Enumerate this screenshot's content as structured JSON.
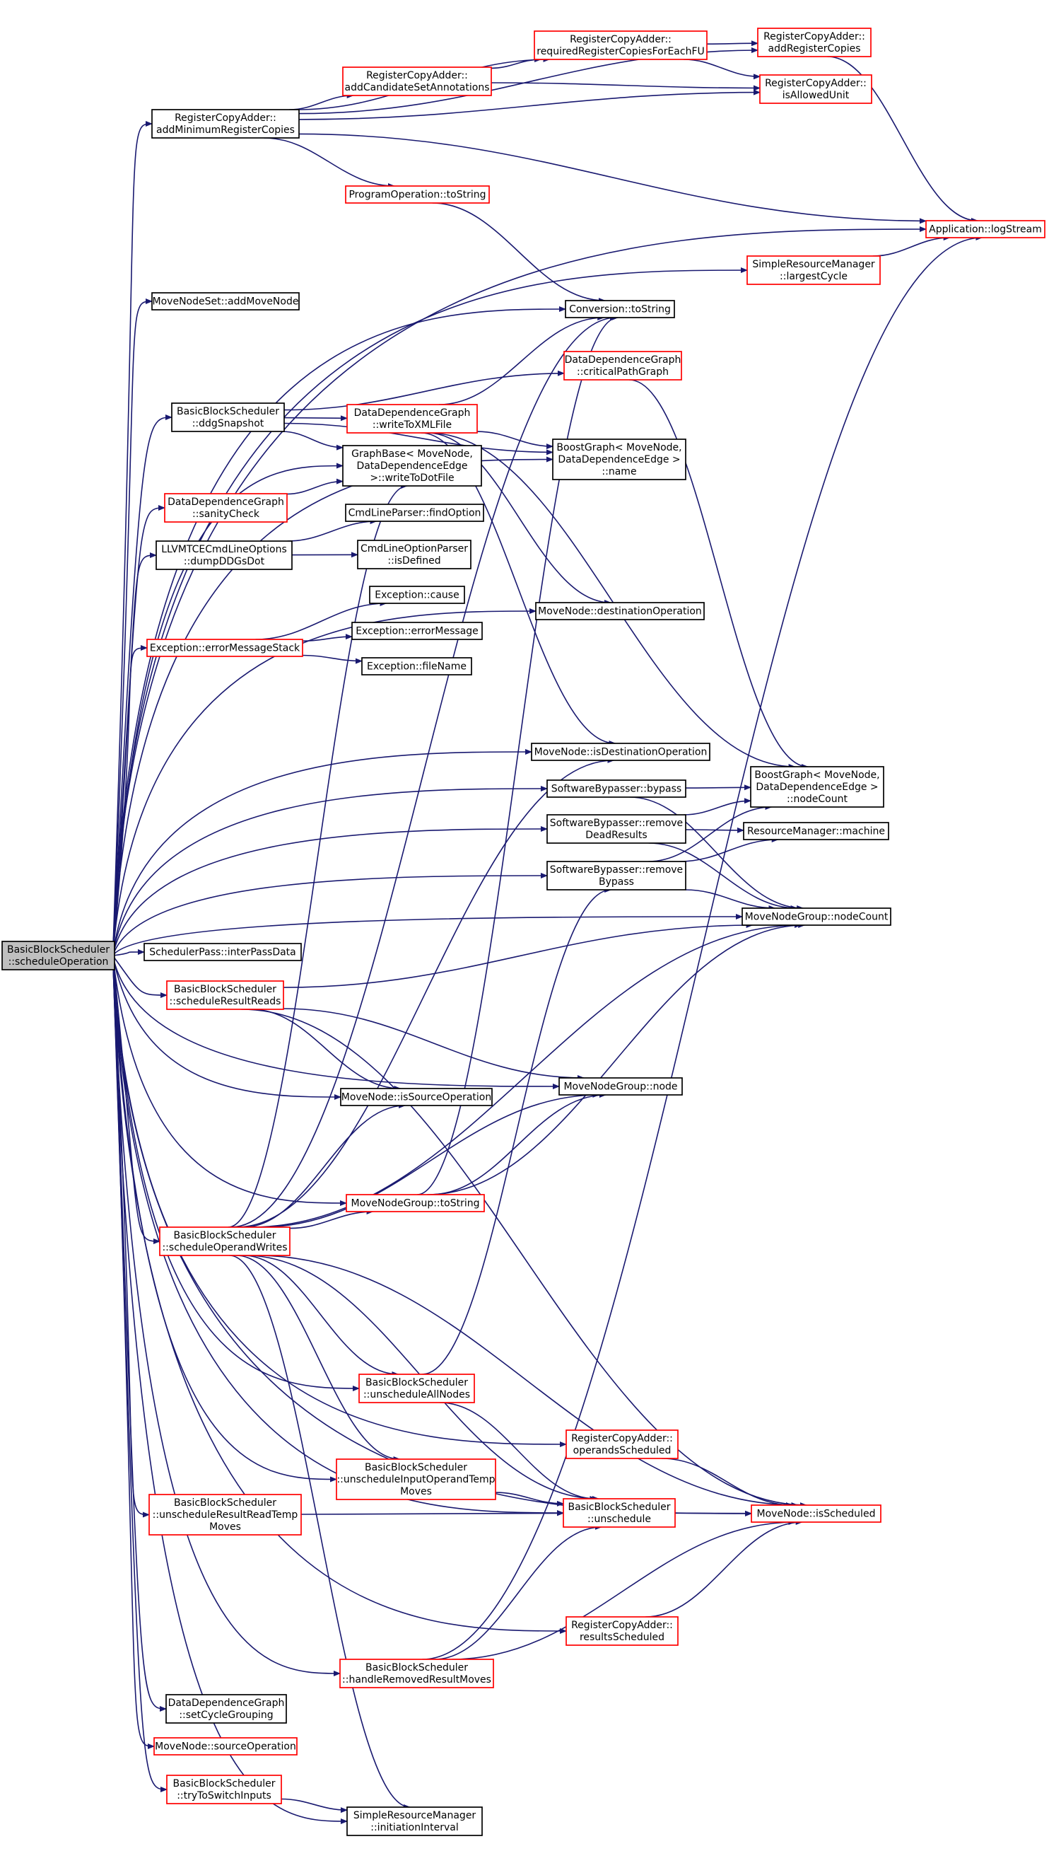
{
  "colors": {
    "edge": "#191970",
    "node_border_default": "#000000",
    "node_border_linked": "#ff0000",
    "root_fill": "#bfbfbf",
    "node_fill": "#ffffff"
  },
  "nodes": [
    {
      "id": "root",
      "lines": [
        "BasicBlockScheduler",
        "::scheduleOperation"
      ],
      "style": "root"
    },
    {
      "id": "rca_addMin",
      "lines": [
        "RegisterCopyAdder::",
        "addMinimumRegisterCopies"
      ],
      "style": "default"
    },
    {
      "id": "rca_req",
      "lines": [
        "RegisterCopyAdder::",
        "requiredRegisterCopiesForEachFU"
      ],
      "style": "linked"
    },
    {
      "id": "rca_addReg",
      "lines": [
        "RegisterCopyAdder::",
        "addRegisterCopies"
      ],
      "style": "linked"
    },
    {
      "id": "rca_cand",
      "lines": [
        "RegisterCopyAdder::",
        "addCandidateSetAnnotations"
      ],
      "style": "linked"
    },
    {
      "id": "rca_allowed",
      "lines": [
        "RegisterCopyAdder::",
        "isAllowedUnit"
      ],
      "style": "linked"
    },
    {
      "id": "po_toString",
      "lines": [
        "ProgramOperation::toString"
      ],
      "style": "linked"
    },
    {
      "id": "app_log",
      "lines": [
        "Application::logStream"
      ],
      "style": "linked"
    },
    {
      "id": "srm_largest",
      "lines": [
        "SimpleResourceManager",
        "::largestCycle"
      ],
      "style": "linked"
    },
    {
      "id": "mns_add",
      "lines": [
        "MoveNodeSet::addMoveNode"
      ],
      "style": "default"
    },
    {
      "id": "conv_toString",
      "lines": [
        "Conversion::toString"
      ],
      "style": "default"
    },
    {
      "id": "ddg_cpg",
      "lines": [
        "DataDependenceGraph",
        "::criticalPathGraph"
      ],
      "style": "linked"
    },
    {
      "id": "bbs_ddg",
      "lines": [
        "BasicBlockScheduler",
        "::ddgSnapshot"
      ],
      "style": "default"
    },
    {
      "id": "ddg_xml",
      "lines": [
        "DataDependenceGraph",
        "::writeToXMLFile"
      ],
      "style": "linked"
    },
    {
      "id": "bg_name",
      "lines": [
        "BoostGraph< MoveNode,",
        "DataDependenceEdge >",
        "::name"
      ],
      "style": "default"
    },
    {
      "id": "gb_dot",
      "lines": [
        "GraphBase< MoveNode,",
        "DataDependenceEdge",
        ">::writeToDotFile"
      ],
      "style": "default"
    },
    {
      "id": "ddg_sanity",
      "lines": [
        "DataDependenceGraph",
        "::sanityCheck"
      ],
      "style": "linked"
    },
    {
      "id": "clp_find",
      "lines": [
        "CmdLineParser::findOption"
      ],
      "style": "default"
    },
    {
      "id": "llvm_dump",
      "lines": [
        "LLVMTCECmdLineOptions",
        "::dumpDDGsDot"
      ],
      "style": "default"
    },
    {
      "id": "clop_def",
      "lines": [
        "CmdLineOptionParser",
        "::isDefined"
      ],
      "style": "default"
    },
    {
      "id": "exc_cause",
      "lines": [
        "Exception::cause"
      ],
      "style": "default"
    },
    {
      "id": "mn_destOp",
      "lines": [
        "MoveNode::destinationOperation"
      ],
      "style": "default"
    },
    {
      "id": "exc_errMsg",
      "lines": [
        "Exception::errorMessage"
      ],
      "style": "default"
    },
    {
      "id": "exc_stack",
      "lines": [
        "Exception::errorMessageStack"
      ],
      "style": "linked"
    },
    {
      "id": "exc_file",
      "lines": [
        "Exception::fileName"
      ],
      "style": "default"
    },
    {
      "id": "mn_isDest",
      "lines": [
        "MoveNode::isDestinationOperation"
      ],
      "style": "default"
    },
    {
      "id": "sb_bypass",
      "lines": [
        "SoftwareBypasser::bypass"
      ],
      "style": "default"
    },
    {
      "id": "bg_count",
      "lines": [
        "BoostGraph< MoveNode,",
        "DataDependenceEdge >",
        "::nodeCount"
      ],
      "style": "default"
    },
    {
      "id": "sb_dead",
      "lines": [
        "SoftwareBypasser::remove",
        "DeadResults"
      ],
      "style": "default"
    },
    {
      "id": "rm_machine",
      "lines": [
        "ResourceManager::machine"
      ],
      "style": "default"
    },
    {
      "id": "sb_rmBypass",
      "lines": [
        "SoftwareBypasser::remove",
        "Bypass"
      ],
      "style": "default"
    },
    {
      "id": "mng_count",
      "lines": [
        "MoveNodeGroup::nodeCount"
      ],
      "style": "default"
    },
    {
      "id": "sp_inter",
      "lines": [
        "SchedulerPass::interPassData"
      ],
      "style": "default"
    },
    {
      "id": "bbs_srr",
      "lines": [
        "BasicBlockScheduler",
        "::scheduleResultReads"
      ],
      "style": "linked"
    },
    {
      "id": "mng_node",
      "lines": [
        "MoveNodeGroup::node"
      ],
      "style": "default"
    },
    {
      "id": "mn_isSrc",
      "lines": [
        "MoveNode::isSourceOperation"
      ],
      "style": "default"
    },
    {
      "id": "mng_toString",
      "lines": [
        "MoveNodeGroup::toString"
      ],
      "style": "linked"
    },
    {
      "id": "bbs_sow",
      "lines": [
        "BasicBlockScheduler",
        "::scheduleOperandWrites"
      ],
      "style": "linked"
    },
    {
      "id": "bbs_unall",
      "lines": [
        "BasicBlockScheduler",
        "::unscheduleAllNodes"
      ],
      "style": "linked"
    },
    {
      "id": "rca_opsched",
      "lines": [
        "RegisterCopyAdder::",
        "operandsScheduled"
      ],
      "style": "linked"
    },
    {
      "id": "bbs_uiot",
      "lines": [
        "BasicBlockScheduler",
        "::unscheduleInputOperandTemp",
        "Moves"
      ],
      "style": "linked"
    },
    {
      "id": "bbs_urrt",
      "lines": [
        "BasicBlockScheduler",
        "::unscheduleResultReadTemp",
        "Moves"
      ],
      "style": "linked"
    },
    {
      "id": "bbs_unsched",
      "lines": [
        "BasicBlockScheduler",
        "::unschedule"
      ],
      "style": "linked"
    },
    {
      "id": "mn_isSched",
      "lines": [
        "MoveNode::isScheduled"
      ],
      "style": "linked"
    },
    {
      "id": "rca_ressched",
      "lines": [
        "RegisterCopyAdder::",
        "resultsScheduled"
      ],
      "style": "linked"
    },
    {
      "id": "bbs_hrrm",
      "lines": [
        "BasicBlockScheduler",
        "::handleRemovedResultMoves"
      ],
      "style": "linked"
    },
    {
      "id": "ddg_cyc",
      "lines": [
        "DataDependenceGraph",
        "::setCycleGrouping"
      ],
      "style": "default"
    },
    {
      "id": "mn_srcOp",
      "lines": [
        "MoveNode::sourceOperation"
      ],
      "style": "linked"
    },
    {
      "id": "bbs_try",
      "lines": [
        "BasicBlockScheduler",
        "::tryToSwitchInputs"
      ],
      "style": "linked"
    },
    {
      "id": "srm_ii",
      "lines": [
        "SimpleResourceManager",
        "::initiationInterval"
      ],
      "style": "default"
    }
  ],
  "edges": [
    [
      "root",
      "rca_addMin"
    ],
    [
      "root",
      "app_log"
    ],
    [
      "root",
      "srm_largest"
    ],
    [
      "root",
      "mns_add"
    ],
    [
      "root",
      "conv_toString"
    ],
    [
      "root",
      "bbs_ddg"
    ],
    [
      "root",
      "gb_dot"
    ],
    [
      "root",
      "ddg_sanity"
    ],
    [
      "root",
      "llvm_dump"
    ],
    [
      "root",
      "exc_stack"
    ],
    [
      "root",
      "bg_name"
    ],
    [
      "root",
      "mn_destOp"
    ],
    [
      "root",
      "mn_isDest"
    ],
    [
      "root",
      "sb_bypass"
    ],
    [
      "root",
      "sb_dead"
    ],
    [
      "root",
      "sb_rmBypass"
    ],
    [
      "root",
      "mng_count"
    ],
    [
      "root",
      "sp_inter"
    ],
    [
      "root",
      "bbs_srr"
    ],
    [
      "root",
      "mng_node"
    ],
    [
      "root",
      "mn_isSrc"
    ],
    [
      "root",
      "mng_toString"
    ],
    [
      "root",
      "bbs_sow"
    ],
    [
      "root",
      "bbs_unall"
    ],
    [
      "root",
      "rca_opsched"
    ],
    [
      "root",
      "bbs_uiot"
    ],
    [
      "root",
      "bbs_urrt"
    ],
    [
      "root",
      "bbs_unsched"
    ],
    [
      "root",
      "mn_isSched"
    ],
    [
      "root",
      "rca_ressched"
    ],
    [
      "root",
      "bbs_hrrm"
    ],
    [
      "root",
      "ddg_cyc"
    ],
    [
      "root",
      "mn_srcOp"
    ],
    [
      "root",
      "bbs_try"
    ],
    [
      "root",
      "srm_ii"
    ],
    [
      "rca_addMin",
      "rca_req"
    ],
    [
      "rca_addMin",
      "rca_addReg"
    ],
    [
      "rca_addMin",
      "rca_cand"
    ],
    [
      "rca_addMin",
      "rca_allowed"
    ],
    [
      "rca_addMin",
      "po_toString"
    ],
    [
      "rca_addMin",
      "app_log"
    ],
    [
      "rca_req",
      "rca_addReg"
    ],
    [
      "rca_req",
      "rca_allowed"
    ],
    [
      "rca_cand",
      "rca_req"
    ],
    [
      "rca_cand",
      "rca_allowed"
    ],
    [
      "rca_addReg",
      "app_log"
    ],
    [
      "po_toString",
      "conv_toString"
    ],
    [
      "srm_largest",
      "app_log"
    ],
    [
      "bbs_ddg",
      "ddg_xml"
    ],
    [
      "bbs_ddg",
      "gb_dot"
    ],
    [
      "bbs_ddg",
      "ddg_cpg"
    ],
    [
      "bbs_ddg",
      "bg_name"
    ],
    [
      "ddg_xml",
      "conv_toString"
    ],
    [
      "ddg_xml",
      "bg_name"
    ],
    [
      "ddg_xml",
      "mn_destOp"
    ],
    [
      "ddg_xml",
      "mn_isDest"
    ],
    [
      "ddg_xml",
      "bg_count"
    ],
    [
      "ddg_cpg",
      "bg_count"
    ],
    [
      "ddg_sanity",
      "gb_dot"
    ],
    [
      "llvm_dump",
      "clp_find"
    ],
    [
      "llvm_dump",
      "clop_def"
    ],
    [
      "exc_stack",
      "exc_cause"
    ],
    [
      "exc_stack",
      "exc_errMsg"
    ],
    [
      "exc_stack",
      "exc_file"
    ],
    [
      "sb_bypass",
      "bg_count"
    ],
    [
      "sb_bypass",
      "mng_count"
    ],
    [
      "sb_dead",
      "bg_count"
    ],
    [
      "sb_dead",
      "rm_machine"
    ],
    [
      "sb_dead",
      "mng_count"
    ],
    [
      "sb_rmBypass",
      "bg_count"
    ],
    [
      "sb_rmBypass",
      "rm_machine"
    ],
    [
      "sb_rmBypass",
      "mng_count"
    ],
    [
      "bbs_srr",
      "mng_count"
    ],
    [
      "bbs_srr",
      "mng_node"
    ],
    [
      "bbs_srr",
      "mn_isSrc"
    ],
    [
      "bbs_srr",
      "mn_isSched"
    ],
    [
      "mng_toString",
      "conv_toString"
    ],
    [
      "mng_toString",
      "mng_node"
    ],
    [
      "mng_toString",
      "mng_count"
    ],
    [
      "bbs_sow",
      "gb_dot"
    ],
    [
      "bbs_sow",
      "conv_toString"
    ],
    [
      "bbs_sow",
      "mn_isDest"
    ],
    [
      "bbs_sow",
      "mn_isSrc"
    ],
    [
      "bbs_sow",
      "mng_toString"
    ],
    [
      "bbs_sow",
      "mng_node"
    ],
    [
      "bbs_sow",
      "mng_count"
    ],
    [
      "bbs_sow",
      "bbs_unall"
    ],
    [
      "bbs_sow",
      "bbs_uiot"
    ],
    [
      "bbs_sow",
      "bbs_unsched"
    ],
    [
      "bbs_sow",
      "mn_isSched"
    ],
    [
      "bbs_sow",
      "srm_ii"
    ],
    [
      "bbs_unall",
      "sb_rmBypass"
    ],
    [
      "bbs_unall",
      "bbs_unsched"
    ],
    [
      "rca_opsched",
      "mn_isSched"
    ],
    [
      "bbs_uiot",
      "bbs_unsched"
    ],
    [
      "bbs_urrt",
      "bbs_unsched"
    ],
    [
      "bbs_unsched",
      "mn_isSched"
    ],
    [
      "rca_ressched",
      "mn_isSched"
    ],
    [
      "bbs_hrrm",
      "bbs_unsched"
    ],
    [
      "bbs_hrrm",
      "mn_isSched"
    ],
    [
      "bbs_hrrm",
      "app_log"
    ],
    [
      "bbs_try",
      "srm_ii"
    ]
  ]
}
